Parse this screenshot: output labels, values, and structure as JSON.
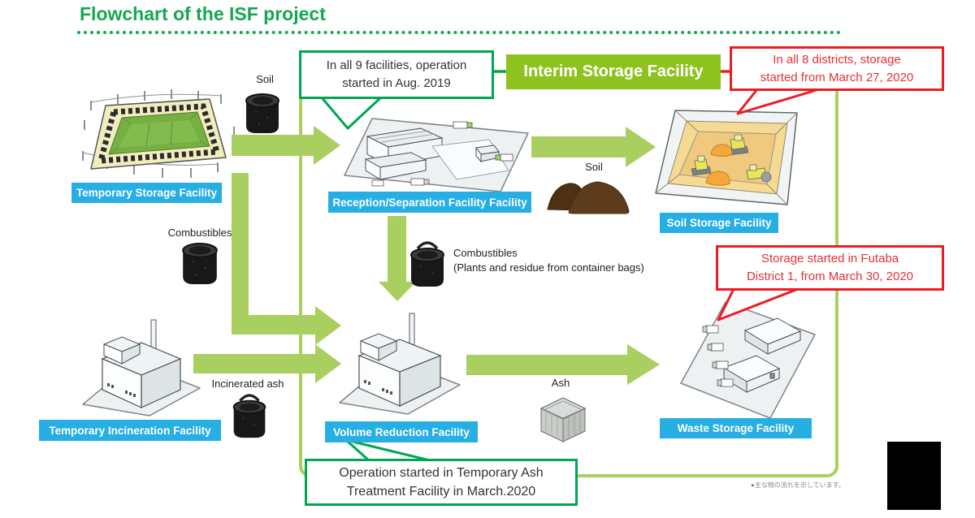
{
  "title": "Flowchart of the ISF project",
  "banner": {
    "label": "Interim Storage Facility"
  },
  "callouts": {
    "facilities9": {
      "line1": "In all 9 facilities, operation",
      "line2": "started in Aug. 2019"
    },
    "districts8": {
      "line1": "In all 8 districts, storage",
      "line2": "started from March 27, 2020"
    },
    "futaba": {
      "line1": "Storage started in Futaba",
      "line2": "District 1, from March 30, 2020"
    },
    "ash_treatment": {
      "line1": "Operation started in Temporary Ash",
      "line2": "Treatment Facility in March.2020"
    }
  },
  "facilities": {
    "temp_storage": "Temporary Storage Facility",
    "reception": "Reception/Separation Facility Facility",
    "soil_storage": "Soil Storage Facility",
    "temp_incineration": "Temporary Incineration Facility",
    "volume_reduction": "Volume Reduction Facility",
    "waste_storage": "Waste Storage Facility"
  },
  "materials": {
    "soil_top": "Soil",
    "combustibles_left": "Combustibles",
    "combustibles_mid_title": "Combustibles",
    "combustibles_mid_sub": "(Plants and residue from container bags)",
    "incinerated_ash": "Incinerated ash",
    "soil_right": "Soil",
    "ash": "Ash"
  },
  "note": "●主な物の流れを示しています。",
  "colors": {
    "title_green": "#14a750",
    "callout_green_border": "#00a651",
    "banner_green": "#8dc21f",
    "arrow_green": "#a9cf60",
    "boundary_green": "#a9cf60",
    "label_blue": "#27aee3",
    "red": "#ea1c24",
    "red_text": "#e23238"
  }
}
